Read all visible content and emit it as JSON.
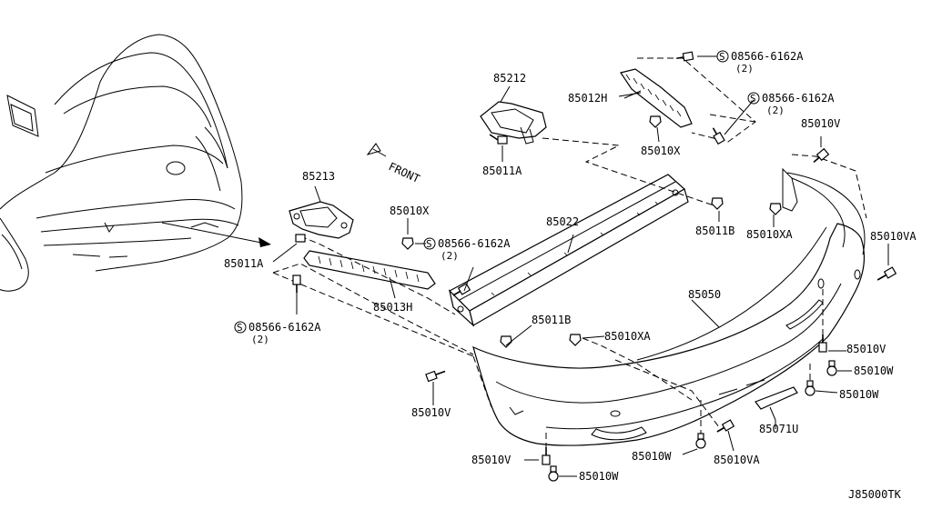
{
  "diagram_code": "J85000TK",
  "front_label": "FRONT",
  "labels": {
    "p85212": "85212",
    "p85012H": "85012H",
    "p85010X_top": "85010X",
    "p85011A_top": "85011A",
    "p85213": "85213",
    "p85010X_mid": "85010X",
    "p85022": "85022",
    "p85011B_right": "85011B",
    "p85010XA_right": "85010XA",
    "p85010V_topright": "85010V",
    "p85010VA_right": "85010VA",
    "p85011A_left": "85011A",
    "p85013H": "85013H",
    "p85011B_center": "85011B",
    "p85010XA_center": "85010XA",
    "p85050": "85050",
    "p85010V_right": "85010V",
    "p85010W_right1": "85010W",
    "p85010W_right2": "85010W",
    "p85071U": "85071U",
    "p85010V_left": "85010V",
    "p85010V_bottom": "85010V",
    "p85010W_bottom1": "85010W",
    "p85010VA_bottom": "85010VA",
    "p85010W_bottom2": "85010W"
  },
  "screw_callouts": {
    "top": {
      "symbol": "S",
      "code": "08566-6162A",
      "qty": "(2)"
    },
    "top2": {
      "symbol": "S",
      "code": "08566-6162A",
      "qty": "(2)"
    },
    "mid": {
      "symbol": "S",
      "code": "08566-6162A",
      "qty": "(2)"
    },
    "left": {
      "symbol": "S",
      "code": "08566-6162A",
      "qty": "(2)"
    }
  }
}
